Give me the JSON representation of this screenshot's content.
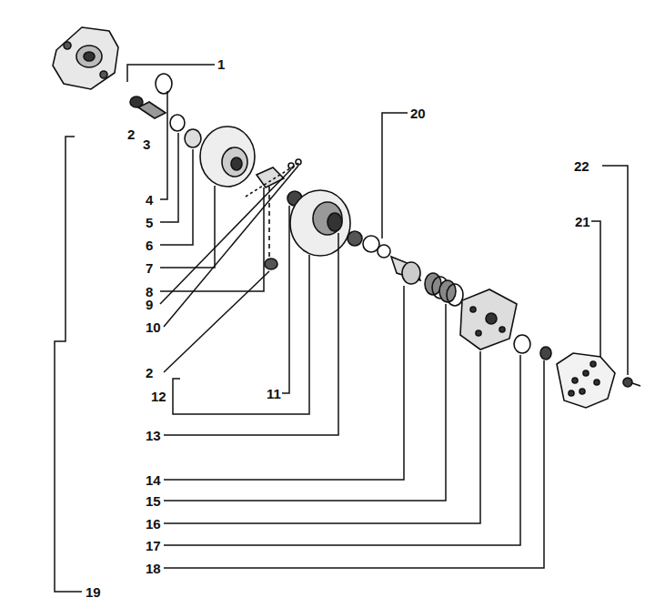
{
  "diagram": {
    "labels": [
      "1",
      "20",
      "22",
      "2",
      "3",
      "21",
      "4",
      "5",
      "6",
      "7",
      "8",
      "9",
      "10",
      "2",
      "11",
      "12",
      "13",
      "14",
      "15",
      "16",
      "17",
      "18",
      "19"
    ]
  }
}
